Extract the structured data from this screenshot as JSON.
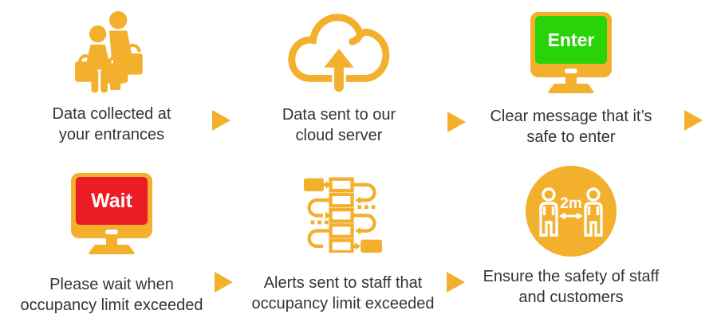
{
  "colors": {
    "amber": "#F3B02C",
    "green": "#28D306",
    "red": "#EC1C24",
    "caption_text": "#33333D",
    "background": "#FFFFFF"
  },
  "steps": [
    {
      "caption_line1": "Data collected at",
      "caption_line2": "your entrances"
    },
    {
      "caption_line1": "Data sent to our",
      "caption_line2": "cloud server"
    },
    {
      "screen_label": "Enter",
      "caption_line1": "Clear message that it’s",
      "caption_line2": "safe to enter"
    },
    {
      "screen_label": "Wait",
      "caption_line1": "Please wait when",
      "caption_line2": "occupancy limit exceeded"
    },
    {
      "caption_line1": "Alerts sent to staff that",
      "caption_line2": "occupancy limit exceeded"
    },
    {
      "distance_label": "2m",
      "caption_line1": "Ensure the safety of staff",
      "caption_line2": "and customers"
    }
  ]
}
